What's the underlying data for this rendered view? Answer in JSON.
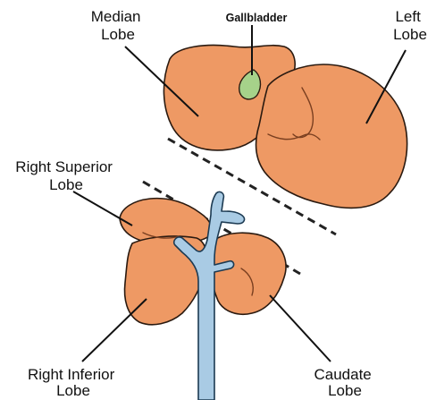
{
  "colors": {
    "lobe_fill": "#EE9964",
    "lobe_outline": "#2a1a10",
    "lobe_fissure": "#7a3f20",
    "gallbladder_fill": "#A6D28A",
    "vessel_fill": "#A9CBE4",
    "vessel_outline": "#1c3a52",
    "leader_line": "#111111",
    "cut_line": "#222222"
  },
  "labels": {
    "median": [
      "Median",
      "Lobe"
    ],
    "gallbladder": "Gallbladder",
    "left": [
      "Left",
      "Lobe"
    ],
    "right_superior": [
      "Right Superior",
      "Lobe"
    ],
    "right_inferior": [
      "Right Inferior",
      "Lobe"
    ],
    "caudate": [
      "Caudate",
      "Lobe"
    ]
  }
}
